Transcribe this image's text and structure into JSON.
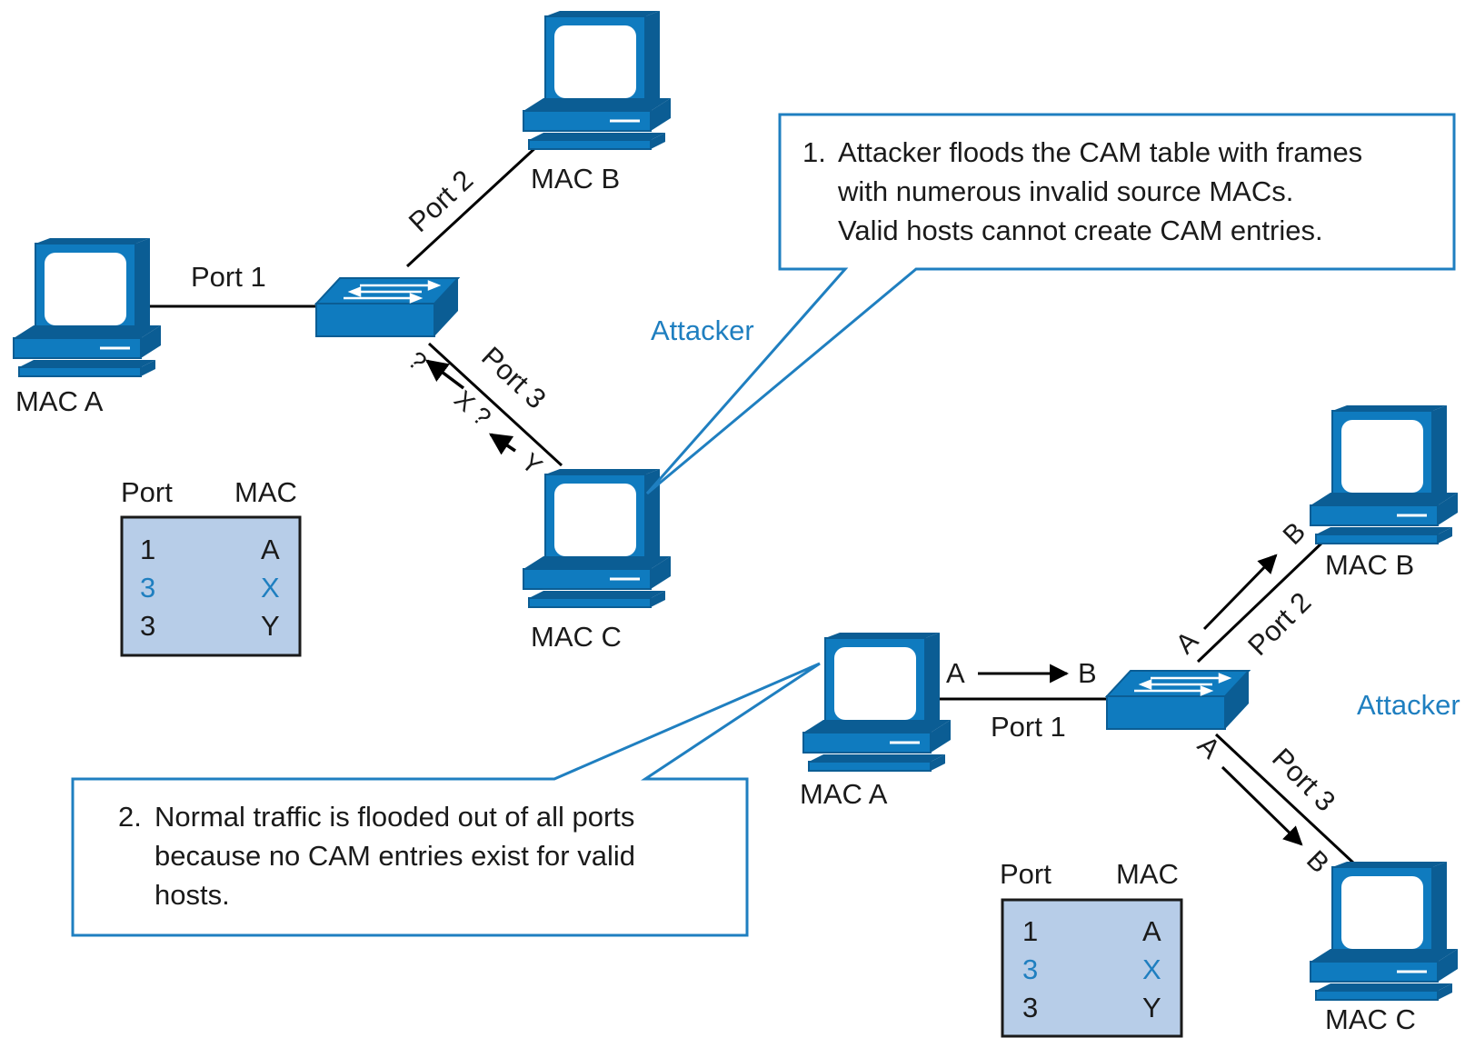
{
  "colors": {
    "device_blue": "#0f7bbf",
    "device_dark": "#0b5d94",
    "screen": "#ffffff",
    "accent_text": "#1f7fc0",
    "table_fill": "#b7cde8",
    "line": "#000000"
  },
  "top": {
    "hosts": {
      "a": {
        "label": "MAC A",
        "icon": "computer-icon"
      },
      "b": {
        "label": "MAC B",
        "icon": "computer-icon"
      },
      "c": {
        "label": "MAC C",
        "icon": "computer-icon"
      }
    },
    "switch_icon": "switch-icon",
    "ports": {
      "p1": "Port 1",
      "p2": "Port 2",
      "p3": "Port 3"
    },
    "attacker_label": "Attacker",
    "flood_marks": {
      "q1": "?",
      "x": "X",
      "q2": "?",
      "y": "Y"
    },
    "callout": {
      "number": "1.",
      "lines": [
        "Attacker floods the CAM table with frames",
        "with numerous invalid source MACs.",
        "Valid hosts cannot create CAM entries."
      ]
    },
    "table": {
      "headers": {
        "port": "Port",
        "mac": "MAC"
      },
      "rows": [
        {
          "port": "1",
          "mac": "A",
          "highlight": false
        },
        {
          "port": "3",
          "mac": "X",
          "highlight": true
        },
        {
          "port": "3",
          "mac": "Y",
          "highlight": false
        }
      ]
    }
  },
  "bottom": {
    "hosts": {
      "a": {
        "label": "MAC A",
        "icon": "computer-icon"
      },
      "b": {
        "label": "MAC B",
        "icon": "computer-icon"
      },
      "c": {
        "label": "MAC C",
        "icon": "computer-icon"
      }
    },
    "switch_icon": "switch-icon",
    "ports": {
      "p1": "Port 1",
      "p2": "Port 2",
      "p3": "Port 3"
    },
    "attacker_label": "Attacker",
    "frame_marks": {
      "p1_src": "A",
      "p1_dst": "B",
      "p2_src": "A",
      "p2_dst": "B",
      "p3_src": "A",
      "p3_dst": "B"
    },
    "callout": {
      "number": "2.",
      "lines": [
        "Normal traffic is flooded out of all ports",
        "because no CAM entries exist for valid",
        "hosts."
      ]
    },
    "table": {
      "headers": {
        "port": "Port",
        "mac": "MAC"
      },
      "rows": [
        {
          "port": "1",
          "mac": "A",
          "highlight": false
        },
        {
          "port": "3",
          "mac": "X",
          "highlight": true
        },
        {
          "port": "3",
          "mac": "Y",
          "highlight": false
        }
      ]
    }
  }
}
